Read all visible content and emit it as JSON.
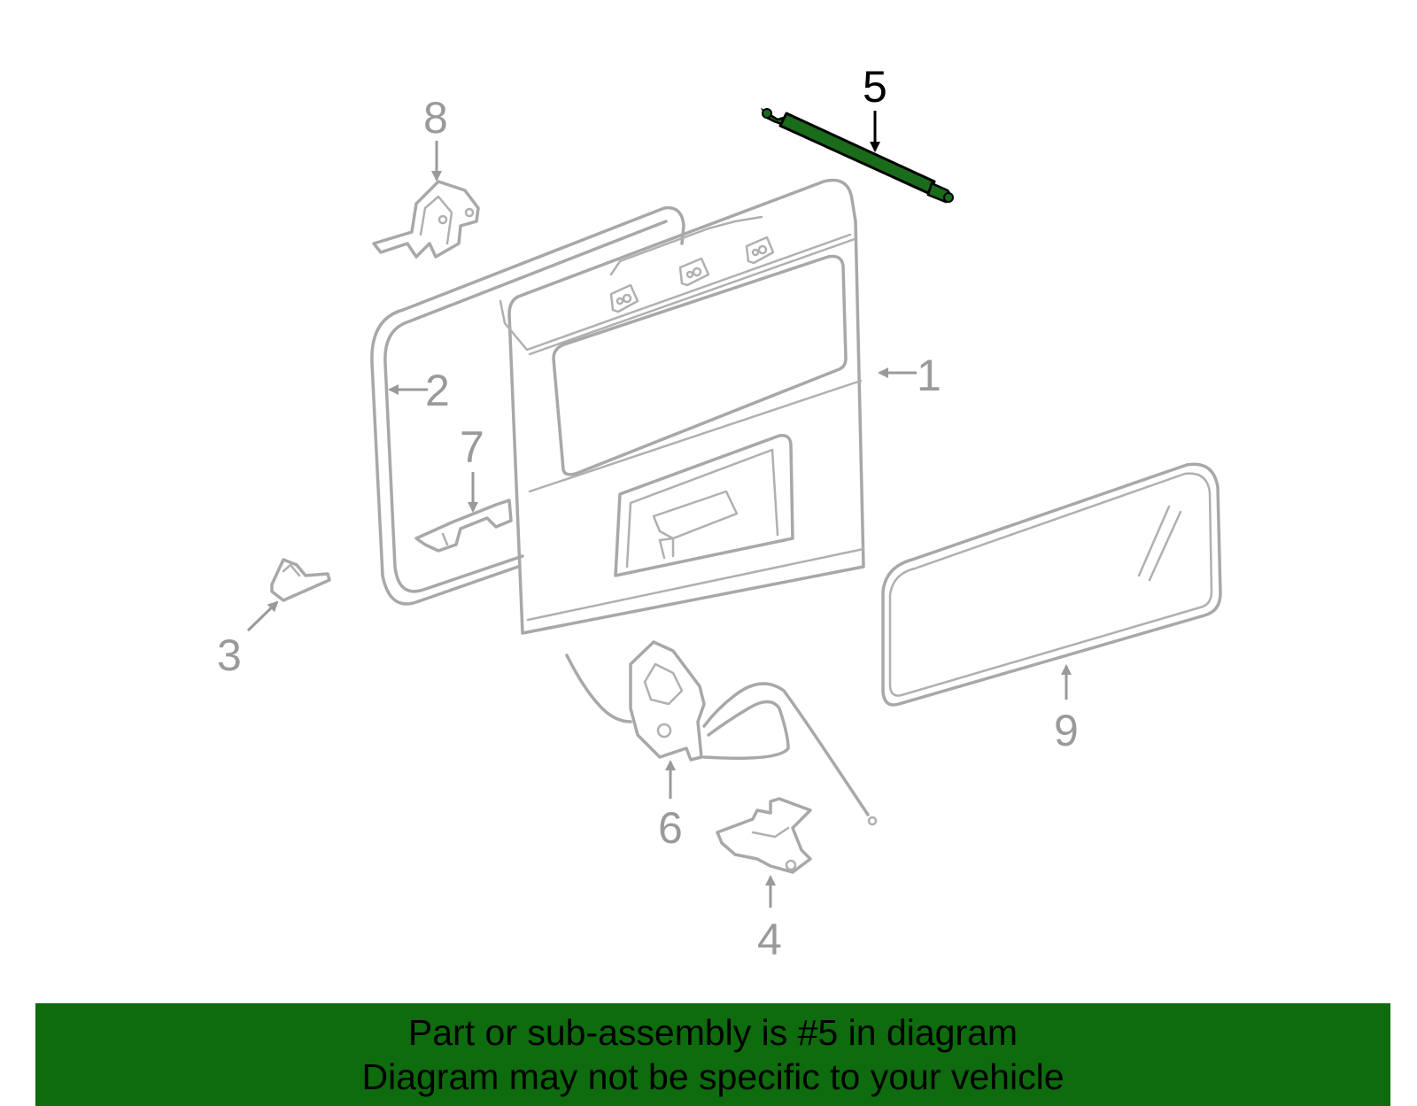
{
  "diagram": {
    "highlight_color": "#1a6b1a",
    "callouts": [
      {
        "id": "1",
        "label": "1",
        "highlighted": false
      },
      {
        "id": "2",
        "label": "2",
        "highlighted": false
      },
      {
        "id": "3",
        "label": "3",
        "highlighted": false
      },
      {
        "id": "4",
        "label": "4",
        "highlighted": false
      },
      {
        "id": "5",
        "label": "5",
        "highlighted": true
      },
      {
        "id": "6",
        "label": "6",
        "highlighted": false
      },
      {
        "id": "7",
        "label": "7",
        "highlighted": false
      },
      {
        "id": "8",
        "label": "8",
        "highlighted": false
      },
      {
        "id": "9",
        "label": "9",
        "highlighted": false
      }
    ]
  },
  "banner": {
    "line1": "Part or sub-assembly is #5 in diagram",
    "line2": "Diagram may not be specific to your vehicle",
    "background_color": "#0e6b0e"
  }
}
